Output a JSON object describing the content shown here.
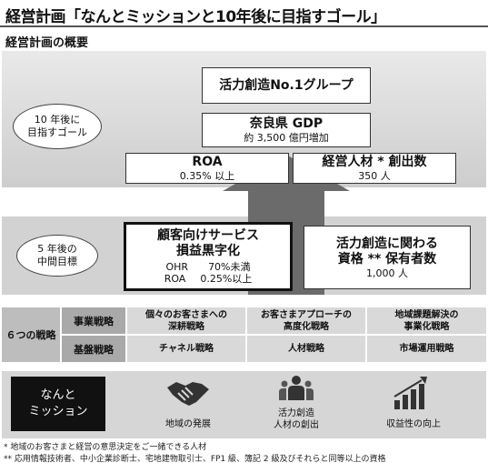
{
  "title": "経営計画「なんとミッションと10年後に目指すゴール」",
  "subtitle": "経営計画の概要",
  "goal_10y": {
    "oval_lines": [
      "10 年後に",
      "目指すゴール"
    ],
    "top_box": "活力創造No.1グループ",
    "gdp": {
      "title": "奈良県 GDP",
      "sub": "約 3,500 億円増加"
    },
    "roa": {
      "title": "ROA",
      "sub": "0.35% 以上"
    },
    "talent": {
      "title": "経営人材 * 創出数",
      "sub": "350 人"
    }
  },
  "mid_5y": {
    "oval_lines": [
      "5 年後の",
      "中間目標"
    ],
    "customer": {
      "title_lines": [
        "顧客向けサービス",
        "損益黒字化"
      ],
      "rows": [
        {
          "label": "OHR",
          "value": "70%未満"
        },
        {
          "label": "ROA",
          "value": "0.25%以上"
        }
      ]
    },
    "qualification": {
      "title_lines": [
        "活力創造に関わる",
        "資格 ** 保有者数"
      ],
      "sub": "1,000 人"
    }
  },
  "strategies": {
    "label": "６つの戦略",
    "rows": [
      {
        "label": "事業戦略",
        "cells": [
          [
            "個々のお客さまへの",
            "深耕戦略"
          ],
          [
            "お客さまアプローチの",
            "高度化戦略"
          ],
          [
            "地域課題解決の",
            "事業化戦略"
          ]
        ]
      },
      {
        "label": "基盤戦略",
        "cells": [
          [
            "チャネル戦略"
          ],
          [
            "人材戦略"
          ],
          [
            "市場運用戦略"
          ]
        ]
      }
    ]
  },
  "mission": {
    "label_lines": [
      "なんと",
      "ミッション"
    ],
    "items": [
      {
        "icon": "handshake-icon",
        "label_lines": [
          "地域の発展"
        ]
      },
      {
        "icon": "people-icon",
        "label_lines": [
          "活力創造",
          "人材の創出"
        ]
      },
      {
        "icon": "growth-chart-icon",
        "label_lines": [
          "収益性の向上"
        ]
      }
    ]
  },
  "footnotes": [
    "*   地域のお客さまと経営の意思決定をご一緒できる人材",
    "** 応用情報技術者、中小企業診断士、宅地建物取引士、FP1 級、簿記 2 級及びそれらと同等以上の資格"
  ]
}
